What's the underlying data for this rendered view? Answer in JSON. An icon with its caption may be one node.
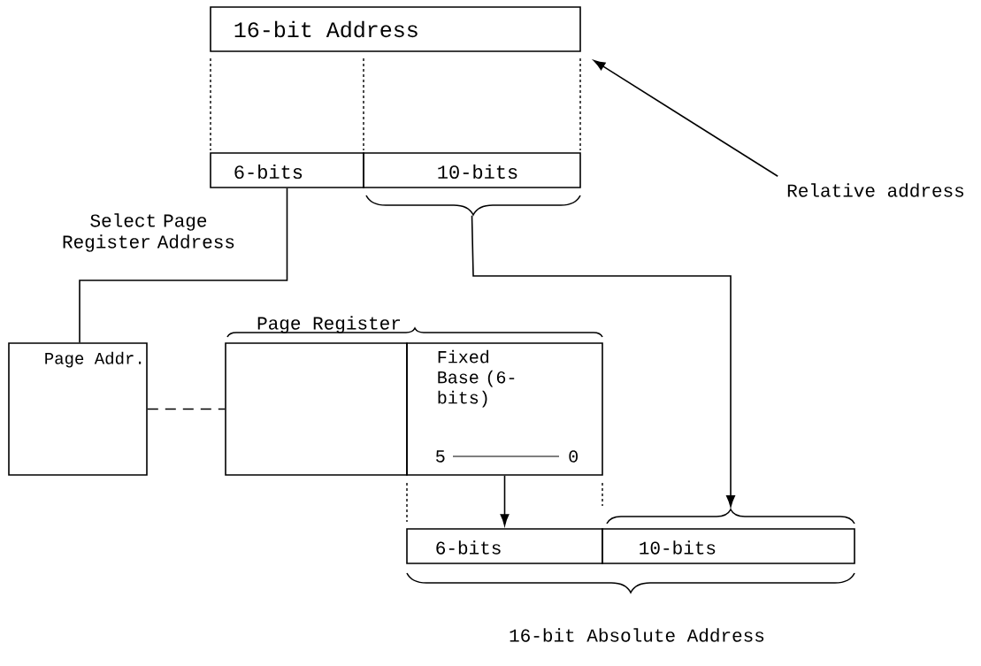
{
  "diagram": {
    "nodes": [
      {
        "text": [
          "16-bit Address"
        ]
      },
      {
        "text": [
          "6-bits"
        ]
      },
      {
        "text": [
          "10-bits"
        ]
      },
      {
        "text": [
          "Relative address"
        ]
      },
      {
        "text": [
          "Page Addr."
        ]
      },
      {
        "text": [],
        "shape": "box"
      },
      {
        "text": [
          "Fixed Base (6-bits)",
          "5",
          "0"
        ]
      },
      {
        "text": [
          "6-bits"
        ]
      },
      {
        "text": [
          "10-bits"
        ]
      }
    ],
    "edges": [
      {
        "from": 3,
        "to": 0,
        "arrow": "to"
      },
      {
        "from": 1,
        "to": 4,
        "arrow": "none",
        "label": "Select Page Register Address"
      },
      {
        "from": 4,
        "to": 5,
        "arrow": "none",
        "style": "dashed"
      },
      {
        "from": 6,
        "to": 7,
        "arrow": "to"
      },
      {
        "from": 2,
        "to": 8,
        "arrow": "to"
      }
    ],
    "labels": [
      "Page Register",
      "16-bit Absolute Address"
    ]
  }
}
